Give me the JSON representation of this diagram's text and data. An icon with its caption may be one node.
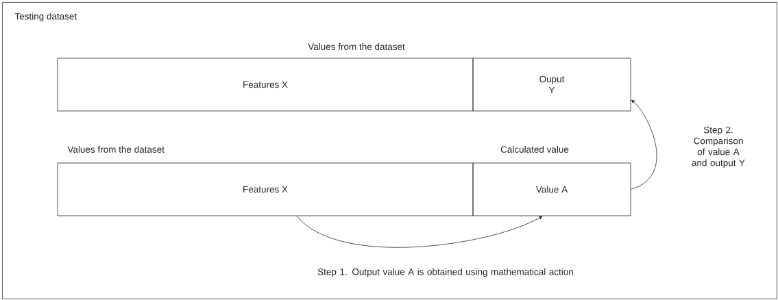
{
  "diagram": {
    "nodes": [
      {
        "text": [
          "Testing dataset"
        ]
      },
      {
        "text": [
          "Features X"
        ],
        "in": 0
      },
      {
        "text": [
          "Ouput Y"
        ],
        "in": 0
      },
      {
        "text": [
          "Features X"
        ],
        "in": 0
      },
      {
        "text": [
          "Value A"
        ],
        "in": 0
      }
    ],
    "edges": [
      {
        "from": 3,
        "to": 4,
        "arrow": "to",
        "label": "Step 1. Output value A is obtained using mathematical action"
      },
      {
        "from": 4,
        "to": 2,
        "arrow": "to",
        "label": "Step 2. Comparison of value A and output Y"
      }
    ],
    "labels": [
      "Values from the dataset",
      "Values from the dataset",
      "Calculated value"
    ]
  }
}
